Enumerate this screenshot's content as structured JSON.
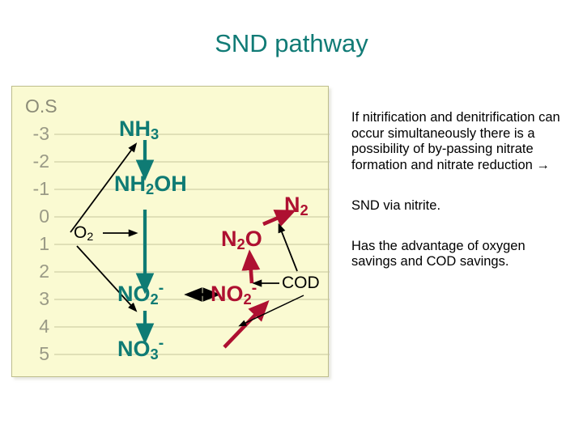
{
  "slide": {
    "title": "SND pathway",
    "title_color": "#117B76",
    "background": "#ffffff"
  },
  "panel": {
    "background": "#FAFAD2",
    "border_color": "#BDBD8C",
    "axis_title": "O.S",
    "axis_labels": [
      "-3",
      "-2",
      "-1",
      "0",
      "1",
      "2",
      "3",
      "4",
      "5"
    ],
    "gridline_color": "#C8C8A0"
  },
  "species": {
    "nh3": {
      "formula": "NH",
      "sub": "3",
      "sup": "",
      "color": "#0F7B74",
      "oxidation_state": "-3"
    },
    "nh2oh": {
      "formula": "NH",
      "sub": "2",
      "tail": "OH",
      "sup": "",
      "color": "#0F7B74",
      "oxidation_state": "-1"
    },
    "no2_teal": {
      "formula": "NO",
      "sub": "2",
      "sup": "-",
      "color": "#0F7B74",
      "oxidation_state": "3"
    },
    "no3_teal": {
      "formula": "NO",
      "sub": "3",
      "sup": "-",
      "color": "#0F7B74",
      "oxidation_state": "5"
    },
    "no2_red": {
      "formula": "NO",
      "sub": "2",
      "sup": "-",
      "color": "#AE1031",
      "oxidation_state": "3"
    },
    "n2o": {
      "formula": "N",
      "sub": "2",
      "tail": "O",
      "sup": "",
      "color": "#AE1031",
      "oxidation_state": "1"
    },
    "n2": {
      "formula": "N",
      "sub": "2",
      "sup": "",
      "color": "#AE1031",
      "oxidation_state": "0"
    }
  },
  "reagents": {
    "o2_label": "O",
    "o2_sub": "2",
    "cod_label": "COD"
  },
  "chart_data": {
    "type": "diagram",
    "title": "SND pathway",
    "ylabel": "O.S",
    "ylim": [
      -3,
      5
    ],
    "ytick_labels": [
      "-3",
      "-2",
      "-1",
      "0",
      "1",
      "2",
      "3",
      "4",
      "5"
    ],
    "grid": true,
    "nodes": [
      {
        "id": "NH3",
        "label": "NH3",
        "oxidation_state": -3,
        "color": "#0F7B74",
        "branch": "nitrification"
      },
      {
        "id": "NH2OH",
        "label": "NH2OH",
        "oxidation_state": -1,
        "color": "#0F7B74",
        "branch": "nitrification"
      },
      {
        "id": "NO2_teal",
        "label": "NO2-",
        "oxidation_state": 3,
        "color": "#0F7B74",
        "branch": "nitrification"
      },
      {
        "id": "NO3_teal",
        "label": "NO3-",
        "oxidation_state": 5,
        "color": "#0F7B74",
        "branch": "nitrification"
      },
      {
        "id": "NO2_red",
        "label": "NO2-",
        "oxidation_state": 3,
        "color": "#AE1031",
        "branch": "denitrification"
      },
      {
        "id": "N2O",
        "label": "N2O",
        "oxidation_state": 1,
        "color": "#AE1031",
        "branch": "denitrification"
      },
      {
        "id": "N2",
        "label": "N2",
        "oxidation_state": 0,
        "color": "#AE1031",
        "branch": "denitrification"
      },
      {
        "id": "O2",
        "label": "O2",
        "oxidation_state": 1,
        "color": "#000000",
        "branch": "reagent"
      },
      {
        "id": "COD",
        "label": "COD",
        "oxidation_state": 3,
        "color": "#000000",
        "branch": "reagent"
      }
    ],
    "edges": [
      {
        "from": "NH3",
        "to": "NH2OH",
        "color": "#0F7B74",
        "style": "thick",
        "heads": 1
      },
      {
        "from": "NH2OH",
        "to": "NO2_teal",
        "color": "#0F7B74",
        "style": "thick",
        "heads": 1
      },
      {
        "from": "NO2_teal",
        "to": "NO3_teal",
        "color": "#0F7B74",
        "style": "thick",
        "heads": 1
      },
      {
        "from": "O2",
        "to": "NH3",
        "color": "#000000",
        "style": "thin",
        "heads": 1
      },
      {
        "from": "O2",
        "to": "NO2_teal",
        "color": "#000000",
        "style": "thin",
        "heads": 1
      },
      {
        "from": "O2",
        "to": "NH2OH",
        "color": "#000000",
        "style": "thin",
        "heads": 1
      },
      {
        "from": "NO2_teal",
        "to": "NO2_red",
        "color": "#000000",
        "style": "thin",
        "heads": 2
      },
      {
        "from": "NO3_teal",
        "to": "NO2_red",
        "color": "#AE1031",
        "style": "thick",
        "heads": 1
      },
      {
        "from": "NO2_red",
        "to": "N2O",
        "color": "#AE1031",
        "style": "thick",
        "heads": 1
      },
      {
        "from": "N2O",
        "to": "N2",
        "color": "#AE1031",
        "style": "thick",
        "heads": 1
      },
      {
        "from": "COD",
        "to": "NO2_red",
        "color": "#000000",
        "style": "thin",
        "heads": 1
      },
      {
        "from": "COD",
        "to": "N2",
        "color": "#000000",
        "style": "thin",
        "heads": 1
      }
    ]
  },
  "notes": {
    "para1": "If nitrification and denitrification can occur simultaneously there is a possibility of by-passing nitrate formation and nitrate reduction →",
    "para2": "SND via nitrite.",
    "para3": "Has the advantage of oxygen savings and COD savings."
  }
}
